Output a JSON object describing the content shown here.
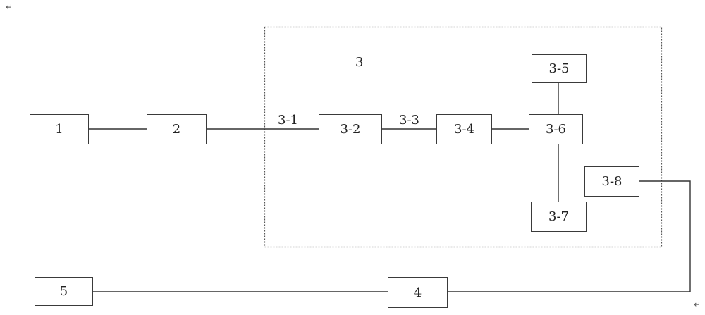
{
  "diagram": {
    "boxes": {
      "b1": "1",
      "b2": "2",
      "b32": "3-2",
      "b34": "3-4",
      "b35": "3-5",
      "b36": "3-6",
      "b37": "3-7",
      "b38": "3-8",
      "b4": "4",
      "b5": "5"
    },
    "labels": {
      "group": "3",
      "link31": "3-1",
      "link33": "3-3"
    },
    "marks": {
      "top_left": "↵",
      "bottom_right": "↵"
    }
  }
}
